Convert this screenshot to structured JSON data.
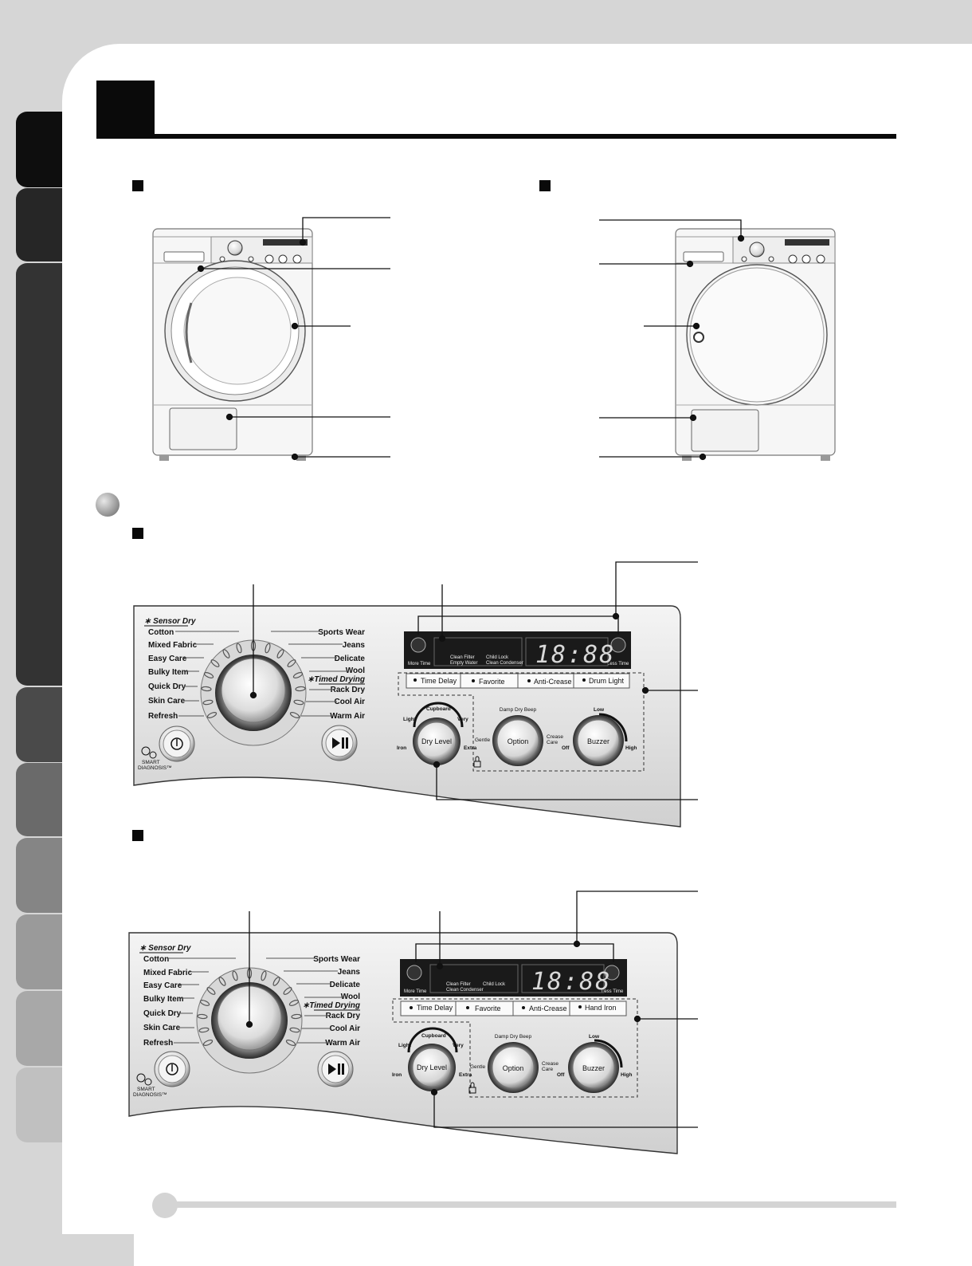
{
  "dryer": {
    "labels": {
      "more_time": "More Time",
      "less_time": "Less Time",
      "clean_filter": "Clean Filter",
      "empty_water": "Empty Water",
      "child_lock": "Child Lock",
      "clean_condenser": "Clean Condenser",
      "display": "18:88"
    }
  },
  "panel_a": {
    "sensor_dry": "Sensor Dry",
    "timed_drying": "Timed Drying",
    "programs_left": [
      "Cotton",
      "Mixed Fabric",
      "Easy Care",
      "Bulky Item",
      "Quick Dry",
      "Skin Care",
      "Refresh"
    ],
    "programs_right": [
      "Sports Wear",
      "Jeans",
      "Delicate",
      "Wool",
      "Rack Dry",
      "Cool Air",
      "Warm Air"
    ],
    "smart_diagnosis_1": "SMART",
    "smart_diagnosis_2": "DIAGNOSIS™",
    "option_buttons": [
      "Time Delay",
      "Favorite",
      "Anti-Crease",
      "Drum Light"
    ],
    "dry_level": {
      "label": "Dry Level",
      "light": "Light",
      "cupboard": "Cupboard",
      "very": "Very",
      "iron": "Iron",
      "extra": "Extra"
    },
    "option": {
      "label": "Option",
      "damp": "Damp Dry Beep",
      "gentle": "Gentle",
      "crease": "Crease",
      "care": "Care"
    },
    "buzzer": {
      "label": "Buzzer",
      "low": "Low",
      "off": "Off",
      "high": "High"
    }
  },
  "panel_b": {
    "sensor_dry": "Sensor Dry",
    "timed_drying": "Timed Drying",
    "programs_left": [
      "Cotton",
      "Mixed Fabric",
      "Easy Care",
      "Bulky Item",
      "Quick Dry",
      "Skin Care",
      "Refresh"
    ],
    "programs_right": [
      "Sports Wear",
      "Jeans",
      "Delicate",
      "Wool",
      "Rack Dry",
      "Cool Air",
      "Warm Air"
    ],
    "smart_diagnosis_1": "SMART",
    "smart_diagnosis_2": "DIAGNOSIS™",
    "option_buttons": [
      "Time Delay",
      "Favorite",
      "Anti-Crease",
      "Hand Iron"
    ],
    "dry_level": {
      "label": "Dry Level",
      "light": "Light",
      "cupboard": "Cupboard",
      "very": "Very",
      "iron": "Iron",
      "extra": "Extra"
    },
    "option": {
      "label": "Option",
      "damp": "Damp Dry Beep",
      "gentle": "Gentle",
      "crease": "Crease",
      "care": "Care"
    },
    "buzzer": {
      "label": "Buzzer",
      "low": "Low",
      "off": "Off",
      "high": "High"
    }
  }
}
